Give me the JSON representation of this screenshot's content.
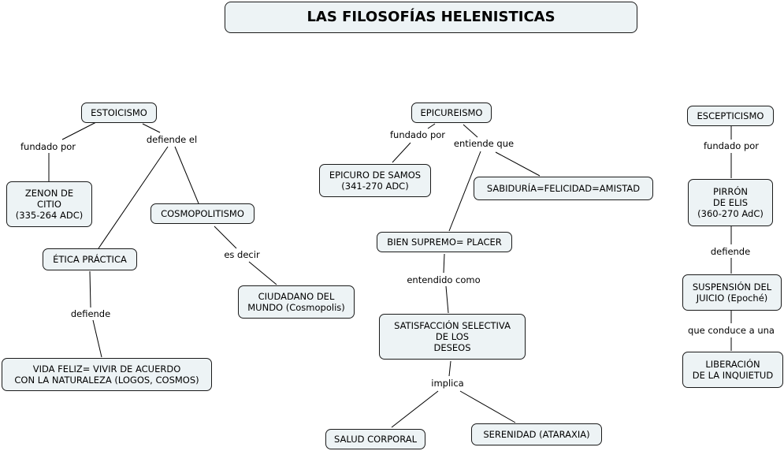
{
  "title": "LAS FILOSOFÍAS HELENISTICAS",
  "concepts": {
    "estoicismo": "ESTOICISMO",
    "zenon": "ZENON DE\nCITIO\n(335-264 ADC)",
    "cosmopolitismo": "COSMOPOLITISMO",
    "etica": "ÉTICA PRÁCTICA",
    "ciudadano": "CIUDADANO DEL\nMUNDO (Cosmopolis)",
    "vida_feliz": "VIDA FELIZ= VIVIR DE ACUERDO\nCON LA NATURALEZA (LOGOS, COSMOS)",
    "epicureismo": "EPICUREISMO",
    "epicuro": "EPICURO DE SAMOS\n(341-270 ADC)",
    "sabiduria": "SABIDURÍA=FELICIDAD=AMISTAD",
    "bien_supremo": "BIEN SUPREMO= PLACER",
    "satisfaccion": "SATISFACCIÓN SELECTIVA\nDE LOS\nDESEOS",
    "salud": "SALUD CORPORAL",
    "serenidad": "SERENIDAD (ATARAXIA)",
    "escepticismo": "ESCEPTICISMO",
    "pirron": "PIRRÓN\nDE ELIS\n(360-270 AdC)",
    "suspension": "SUSPENSIÓN DEL\nJUICIO (Epoché)",
    "liberacion": "LIBERACIÓN\nDE LA INQUIETUD"
  },
  "links": {
    "est_fundado": "fundado por",
    "est_defiende": "defiende el",
    "cosmo_es_decir": "es decir",
    "etica_defiende": "defiende",
    "epi_fundado": "fundado por",
    "epi_entiende": "entiende que",
    "bien_entendido": "entendido como",
    "sat_implica": "implica",
    "esc_fundado": "fundado por",
    "pir_defiende": "defiende",
    "sus_conduce": "que conduce a una"
  }
}
